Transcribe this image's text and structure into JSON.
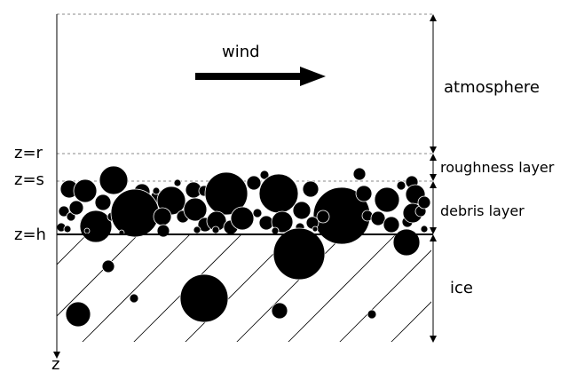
{
  "labels": {
    "wind": "wind",
    "atmosphere": "atmosphere",
    "roughness_layer": "roughness layer",
    "debris_layer": "debris layer",
    "ice": "ice",
    "z_r": "z=r",
    "z_s": "z=s",
    "z_h": "z=h",
    "z_axis": "z"
  },
  "colors": {
    "ink": "#000000",
    "dashed": "#888888",
    "background": "#ffffff"
  }
}
